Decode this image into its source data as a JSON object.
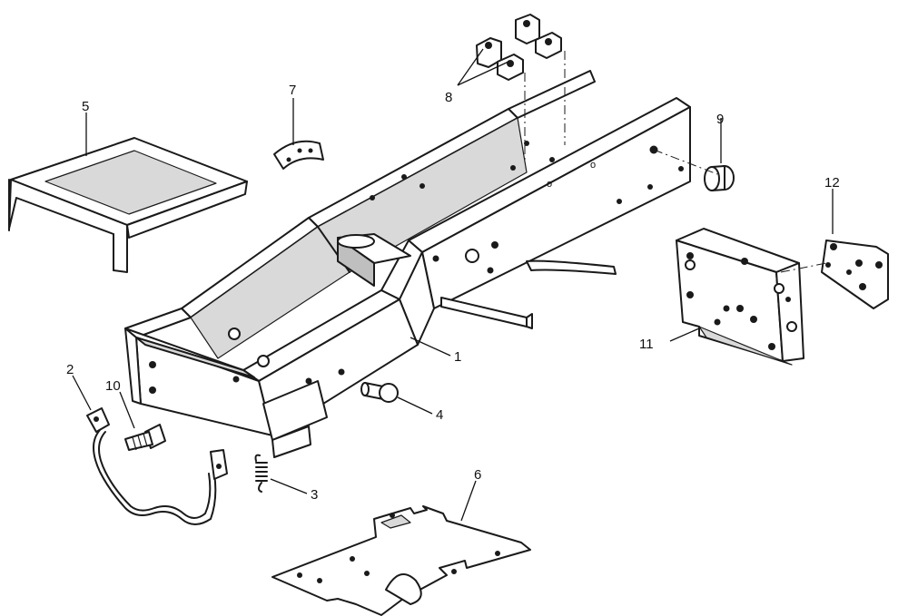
{
  "diagram": {
    "callouts": [
      {
        "id": "c1",
        "label": "1"
      },
      {
        "id": "c2",
        "label": "2"
      },
      {
        "id": "c3",
        "label": "3"
      },
      {
        "id": "c4",
        "label": "4"
      },
      {
        "id": "c5",
        "label": "5"
      },
      {
        "id": "c6",
        "label": "6"
      },
      {
        "id": "c7",
        "label": "7"
      },
      {
        "id": "c8",
        "label": "8"
      },
      {
        "id": "c9",
        "label": "9"
      },
      {
        "id": "c10",
        "label": "10"
      },
      {
        "id": "c11",
        "label": "11"
      },
      {
        "id": "c12",
        "label": "12"
      }
    ],
    "footer_text": ""
  },
  "colors": {
    "line": "#1a1a1a",
    "shade": "#d9d9d9",
    "background": "#ffffff"
  }
}
